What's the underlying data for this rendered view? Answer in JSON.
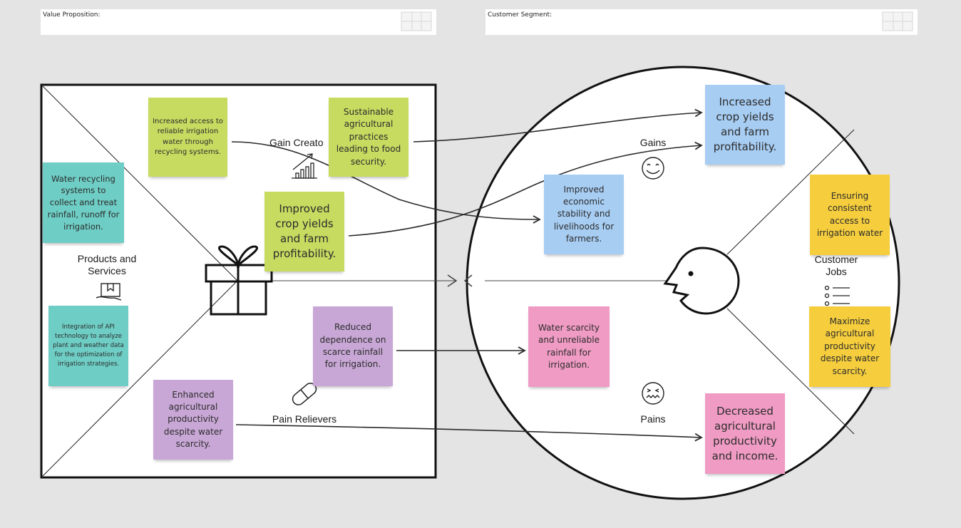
{
  "header": {
    "value_proposition_label": "Value Proposition:",
    "customer_segment_label": "Customer Segment:"
  },
  "labels": {
    "gain_creators": "Gain Creato",
    "products_services": "Products and Services",
    "pain_relievers": "Pain Relievers",
    "gains": "Gains",
    "pains": "Pains",
    "customer_jobs": "Customer Jobs"
  },
  "colors": {
    "green": "#c6db60",
    "teal": "#6ecdc4",
    "purple": "#c8a7d6",
    "blue": "#a7cdf3",
    "pink": "#ef9bc3",
    "yellow": "#f5cd3d",
    "background": "#e4e4e4"
  },
  "notes": {
    "gc_access": "Increased access to reliable irrigation water through recycling systems.",
    "gc_sustainable": "Sustainable agricultural practices leading to food security.",
    "gc_yields": "Improved crop yields and farm profitability.",
    "ps_recycling": "Water recycling systems to collect and treat rainfall,  runoff for irrigation.",
    "ps_api": "Integration of API technology to analyze plant and weather data for the optimization of irrigation strategies.",
    "pr_dependence": "Reduced dependence on scarce rainfall for irrigation.",
    "pr_productivity": "Enhanced agricultural productivity despite water scarcity.",
    "gain_yields": "Increased crop yields and farm profitability.",
    "gain_stability": "Improved economic stability and livelihoods for farmers.",
    "pain_scarcity": "Water scarcity and unreliable rainfall for irrigation.",
    "pain_decreased": "Decreased agricultural productivity and income.",
    "job_access": "Ensuring consistent access to irrigation water",
    "job_maximize": "Maximize agricultural productivity despite water scarcity."
  },
  "icons": [
    "chart-growth-icon",
    "gift-icon",
    "product-box-icon",
    "pill-icon",
    "smiley-icon",
    "frown-icon",
    "face-profile-icon",
    "list-icon",
    "board-template-icon"
  ]
}
